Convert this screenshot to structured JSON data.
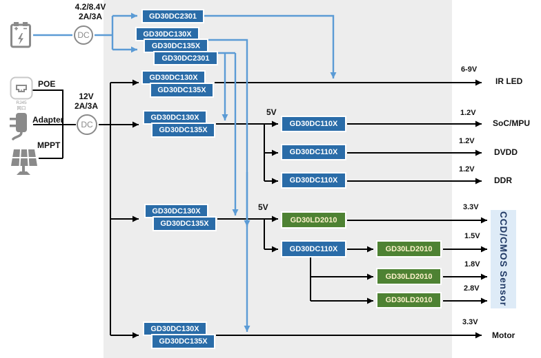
{
  "colors": {
    "blue_box": "#2A6CA8",
    "green_box": "#4E8233",
    "line_blue": "#5B9BD5",
    "panel": "#EDEDED",
    "sensor_fill": "#DEEBF7",
    "sensor_text": "#1F3864"
  },
  "battery_source": {
    "voltage": "4.2/8.4V",
    "current": "2A/3A",
    "dc": "DC"
  },
  "wired_source": {
    "poe": "POE",
    "adapter": "Adapter",
    "mppt": "MPPT",
    "rj45_caption_1": "RJ45",
    "rj45_caption_2": "网口",
    "voltage": "12V",
    "current": "2A/3A",
    "dc": "DC"
  },
  "blocks": {
    "t1": "GD30DC2301",
    "t2": "GD30DC130X",
    "t3": "GD30DC135X",
    "t4": "GD30DC2301",
    "p1a": "GD30DC130X",
    "p1b": "GD30DC135X",
    "p2a": "GD30DC130X",
    "p2b": "GD30DC135X",
    "p3a": "GD30DC130X",
    "p3b": "GD30DC135X",
    "p4a": "GD30DC130X",
    "p4b": "GD30DC135X",
    "buck1": "GD30DC110X",
    "buck2": "GD30DC110X",
    "buck3": "GD30DC110X",
    "buck4": "GD30DC110X",
    "ldo1": "GD30LD2010",
    "ldo2": "GD30LD2010",
    "ldo3": "GD30LD2010",
    "ldo4": "GD30LD2010"
  },
  "rails": {
    "rail5v_1": "5V",
    "rail5v_2": "5V"
  },
  "outputs": {
    "ir_led": {
      "voltage": "6-9V",
      "load": "IR LED"
    },
    "soc": {
      "voltage": "1.2V",
      "load": "SoC/MPU"
    },
    "dvdd": {
      "voltage": "1.2V",
      "load": "DVDD"
    },
    "ddr": {
      "voltage": "1.2V",
      "load": "DDR"
    },
    "sensor_33": {
      "voltage": "3.3V"
    },
    "sensor_15": {
      "voltage": "1.5V"
    },
    "sensor_18": {
      "voltage": "1.8V"
    },
    "sensor_28": {
      "voltage": "2.8V"
    },
    "motor": {
      "voltage": "3.3V",
      "load": "Motor"
    }
  },
  "sensor": {
    "label": "CCD/CMOS Sensor"
  }
}
